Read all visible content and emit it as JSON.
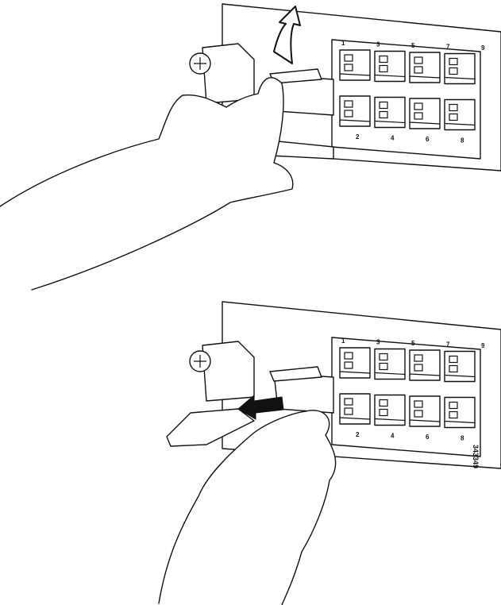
{
  "panels": [
    {
      "ports_top": [
        "1",
        "3",
        "5",
        "7",
        "9"
      ],
      "ports_bottom": [
        "2",
        "4",
        "6",
        "8"
      ],
      "arrow": "up"
    },
    {
      "ports_top": [
        "1",
        "3",
        "5",
        "7",
        "9"
      ],
      "ports_bottom": [
        "2",
        "4",
        "6",
        "8"
      ],
      "arrow": "left"
    }
  ],
  "figure_id": "343349"
}
